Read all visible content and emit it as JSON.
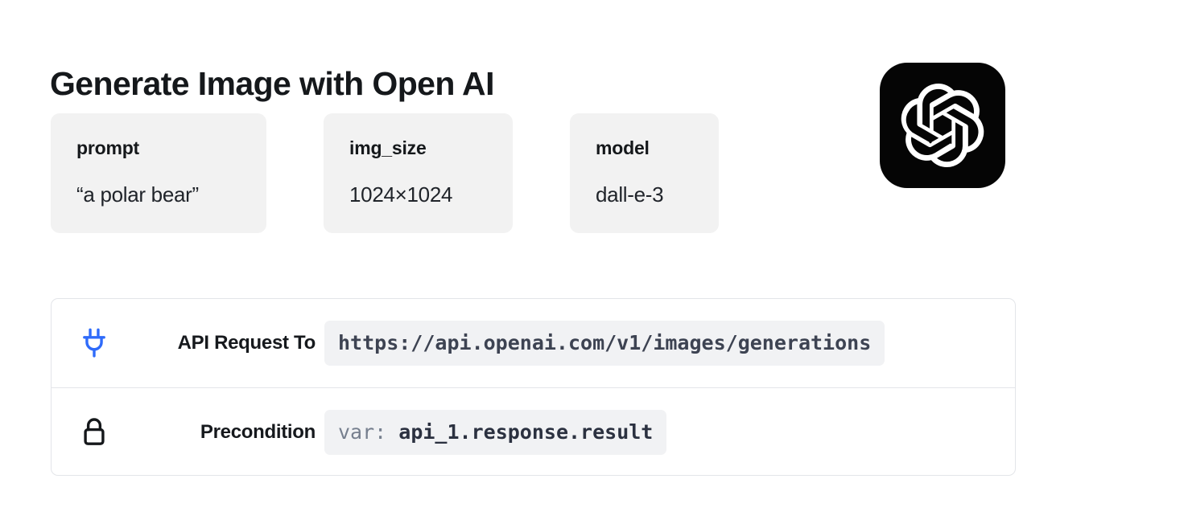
{
  "page": {
    "title": "Generate Image with Open AI",
    "brand_logo": "openai-logo",
    "logo_bg_color": "#050505",
    "accent_color": "#2f6bfa",
    "card_bg_color": "#f2f2f2",
    "chip_bg_color": "#f1f2f4"
  },
  "parameters": [
    {
      "key": "prompt",
      "value": "“a polar bear”"
    },
    {
      "key": "img_size",
      "value": "1024×1024"
    },
    {
      "key": "model",
      "value": "dall-e-3"
    }
  ],
  "details": {
    "rows": [
      {
        "icon": "plug-icon",
        "icon_color": "#2f6bfa",
        "label": "API Request To",
        "value": "https://api.openai.com/v1/images/generations"
      },
      {
        "icon": "lock-icon",
        "icon_color": "#15181b",
        "label": "Precondition",
        "value_prefix": "var:",
        "value": "api_1.response.result"
      }
    ]
  }
}
